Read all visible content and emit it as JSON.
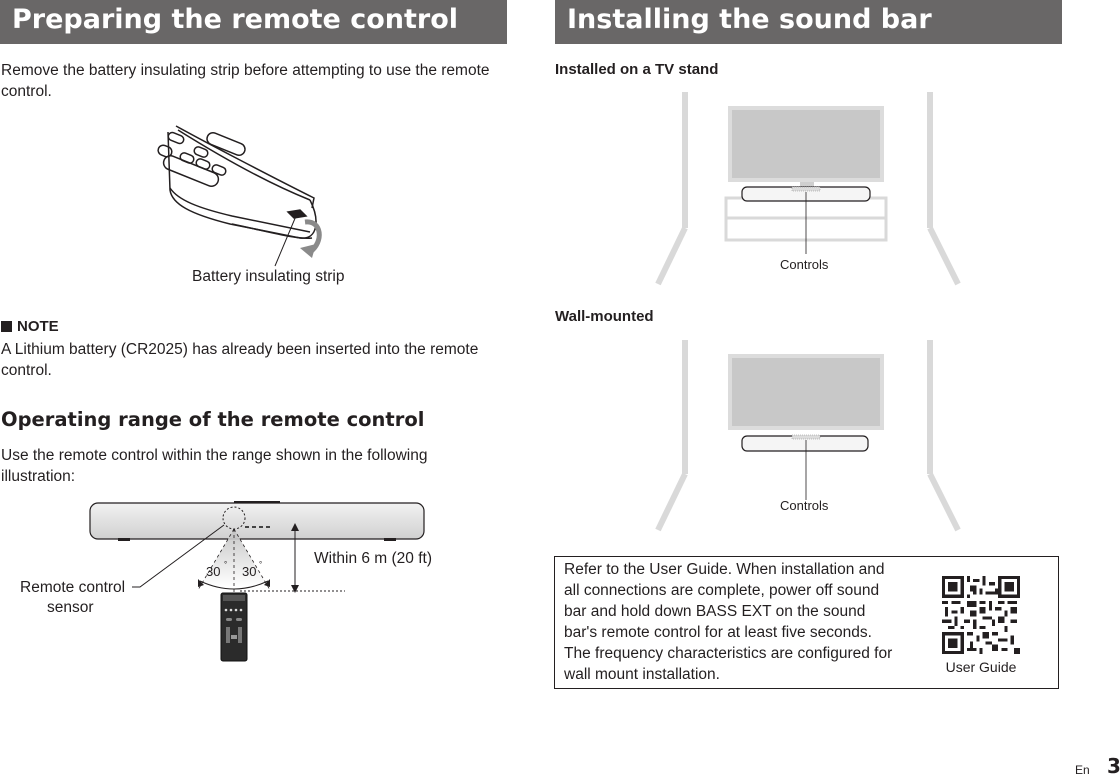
{
  "left": {
    "banner": "Preparing the remote control",
    "intro": "Remove the battery insulating strip before attempting to use the remote control.",
    "fig1_label": "Battery insulating strip",
    "note_head": "NOTE",
    "note_text": "A Lithium battery (CR2025) has already been inserted into the remote control.",
    "range_heading": "Operating range of the remote control",
    "range_text": "Use the remote control within the range shown in the following illustration:",
    "range_fig": {
      "angle_left": "30",
      "angle_right": "30",
      "distance": "Within 6 m (20 ft)",
      "sensor_line1": "Remote control",
      "sensor_line2": "sensor"
    }
  },
  "right": {
    "banner": "Installing the sound bar",
    "tv_stand_title": "Installed on a TV stand",
    "tv_stand_controls": "Controls",
    "wall_title": "Wall-mounted",
    "wall_controls": "Controls",
    "refer_text": "Refer to the User Guide. When installation and all connections are complete, power off sound bar and hold down BASS EXT on the sound bar's remote control for at least five seconds. The frequency characteristics are configured for wall mount installation.",
    "qr_caption": "User Guide"
  },
  "footer": {
    "lang": "En",
    "page": "3"
  },
  "colors": {
    "banner_bg": "#696767",
    "text": "#231f20",
    "tv_screen": "#c8c8c8",
    "room_lines": "#d9d9d9"
  }
}
